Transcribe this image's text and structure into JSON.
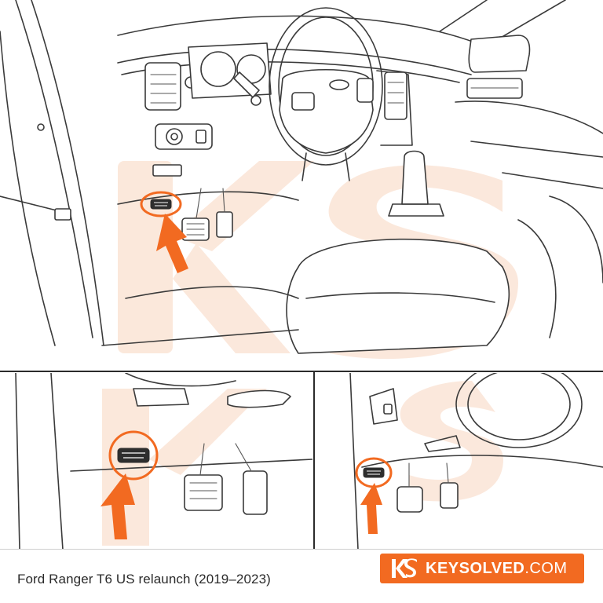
{
  "caption": "Ford Ranger T6 US relaunch (2019–2023)",
  "brand": {
    "name": "KEYSOLVED",
    "suffix": ".COM",
    "color": "#f26a21",
    "logo_icon": "ks-logo-icon"
  },
  "colors": {
    "highlight": "#f26a21",
    "line": "#3a3a3a",
    "watermark": "#fbe3d3"
  },
  "icons": [
    "obd-port-icon",
    "location-arrow-icon",
    "ks-watermark-icon"
  ]
}
